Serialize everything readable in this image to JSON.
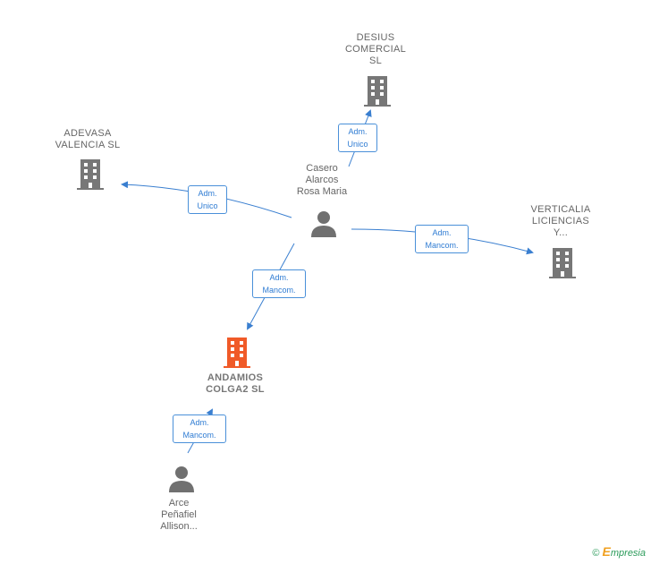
{
  "nodes": {
    "desius": {
      "label": "DESIUS\nCOMERCIAL\nSL"
    },
    "adevasa": {
      "label": "ADEVASA\nVALENCIA  SL"
    },
    "verticalia": {
      "label": "VERTICALIA\nLICIENCIAS\nY..."
    },
    "andamios": {
      "label": "ANDAMIOS\nCOLGA2  SL"
    },
    "casero": {
      "label": "Casero\nAlarcos\nRosa Maria"
    },
    "arce": {
      "label": "Arce\nPeñafiel\nAllison..."
    }
  },
  "edges": {
    "desius": {
      "label": "Adm.\nUnico"
    },
    "adevasa": {
      "label": "Adm.\nUnico"
    },
    "verticalia": {
      "label": "Adm.\nMancom."
    },
    "andamios": {
      "label": "Adm.\nMancom."
    },
    "arce": {
      "label": "Adm.\nMancom."
    }
  },
  "colors": {
    "edge": "#3a7fd0",
    "company": "#777777",
    "highlight": "#f05a28",
    "person": "#707070"
  },
  "footer": {
    "copyright": "©",
    "brand_initial": "E",
    "brand_rest": "mpresia"
  }
}
